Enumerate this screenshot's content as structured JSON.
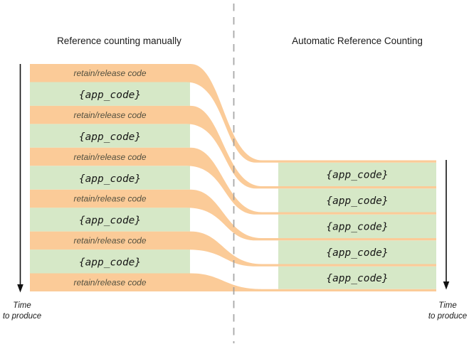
{
  "titles": {
    "left": "Reference counting manually",
    "right": "Automatic Reference Counting"
  },
  "left_column": {
    "rows": [
      {
        "type": "retain_release",
        "label": "retain/release code"
      },
      {
        "type": "app_code",
        "label": "{app_code}"
      },
      {
        "type": "retain_release",
        "label": "retain/release code"
      },
      {
        "type": "app_code",
        "label": "{app_code}"
      },
      {
        "type": "retain_release",
        "label": "retain/release code"
      },
      {
        "type": "app_code",
        "label": "{app_code}"
      },
      {
        "type": "retain_release",
        "label": "retain/release code"
      },
      {
        "type": "app_code",
        "label": "{app_code}"
      },
      {
        "type": "retain_release",
        "label": "retain/release code"
      },
      {
        "type": "app_code",
        "label": "{app_code}"
      },
      {
        "type": "retain_release",
        "label": "retain/release code"
      }
    ]
  },
  "right_column": {
    "rows": [
      {
        "type": "app_code",
        "label": "{app_code}"
      },
      {
        "type": "app_code",
        "label": "{app_code}"
      },
      {
        "type": "app_code",
        "label": "{app_code}"
      },
      {
        "type": "app_code",
        "label": "{app_code}"
      },
      {
        "type": "app_code",
        "label": "{app_code}"
      }
    ]
  },
  "axes": {
    "left": {
      "line1": "Time",
      "line2": "to produce"
    },
    "right": {
      "line1": "Time",
      "line2": "to produce"
    }
  },
  "colors": {
    "ribbon_orange": "#fbcb98",
    "app_green": "#d6e8c7",
    "divider_gray": "#999999",
    "retain_text": "#53503f",
    "app_text": "#161616",
    "title_text": "#1a1a1a"
  }
}
